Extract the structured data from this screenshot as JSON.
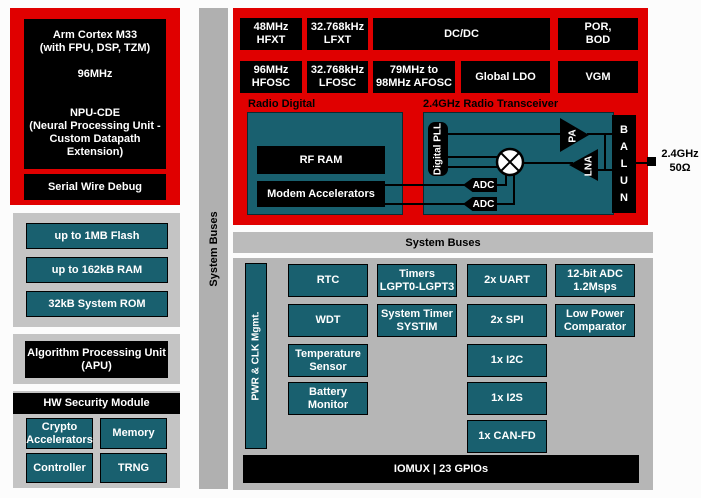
{
  "colors": {
    "red": "#E00000",
    "teal": "#19606F",
    "black": "#000000",
    "panel_gray": "#C4C4C4",
    "bus_gray": "#B0B0B0",
    "peripheral_gray": "#B6B6B6",
    "white": "#FFFFFF"
  },
  "left": {
    "cpu": {
      "text": "Arm Cortex M33\n(with FPU, DSP, TZM)\n\n96MHz\n\n\nNPU-CDE\n(Neural Processing Unit -\nCustom Datapath Extension)",
      "swd": "Serial Wire Debug"
    },
    "memory": {
      "items": [
        "up to 1MB Flash",
        "up to 162kB RAM",
        "32kB System ROM"
      ]
    },
    "apu": {
      "text": "Algorithm Processing Unit\n(APU)"
    },
    "security": {
      "title": "HW Security Module",
      "items": [
        "Crypto\nAccelerators",
        "Memory",
        "Controller",
        "TRNG"
      ]
    }
  },
  "buses": {
    "vertical": "System Buses",
    "horizontal": "System Buses"
  },
  "clocks": {
    "row1": [
      "48MHz\nHFXT",
      "32.768kHz\nLFXT",
      "DC/DC",
      "POR,\nBOD"
    ],
    "row2": [
      "96MHz\nHFOSC",
      "32.768kHz\nLFOSC",
      "79MHz to\n98MHz AFOSC",
      "Global LDO",
      "VGM"
    ]
  },
  "radio": {
    "digital_label": "Radio Digital",
    "rf_ram": "RF RAM",
    "modem": "Modem Accelerators",
    "transceiver_label": "2.4GHz Radio Transceiver",
    "pll": "Digital PLL",
    "pa": "PA",
    "lna": "LNA",
    "balun": "B\nA\nL\nU\nN",
    "adc1": "ADC",
    "adc2": "ADC",
    "antenna_label": "2.4GHz\n50Ω"
  },
  "peripherals": {
    "pwr": "PWR & CLK Mgmt.",
    "col1": [
      "RTC",
      "WDT",
      "Temperature\nSensor",
      "Battery\nMonitor"
    ],
    "col2": [
      "Timers\nLGPT0-LGPT3",
      "System Timer\nSYSTIM"
    ],
    "col3": [
      "2x UART",
      "2x SPI",
      "1x I2C",
      "1x I2S",
      "1x CAN-FD"
    ],
    "col4": [
      "12-bit ADC\n1.2Msps",
      "Low Power\nComparator"
    ],
    "iomux": "IOMUX | 23 GPIOs"
  }
}
